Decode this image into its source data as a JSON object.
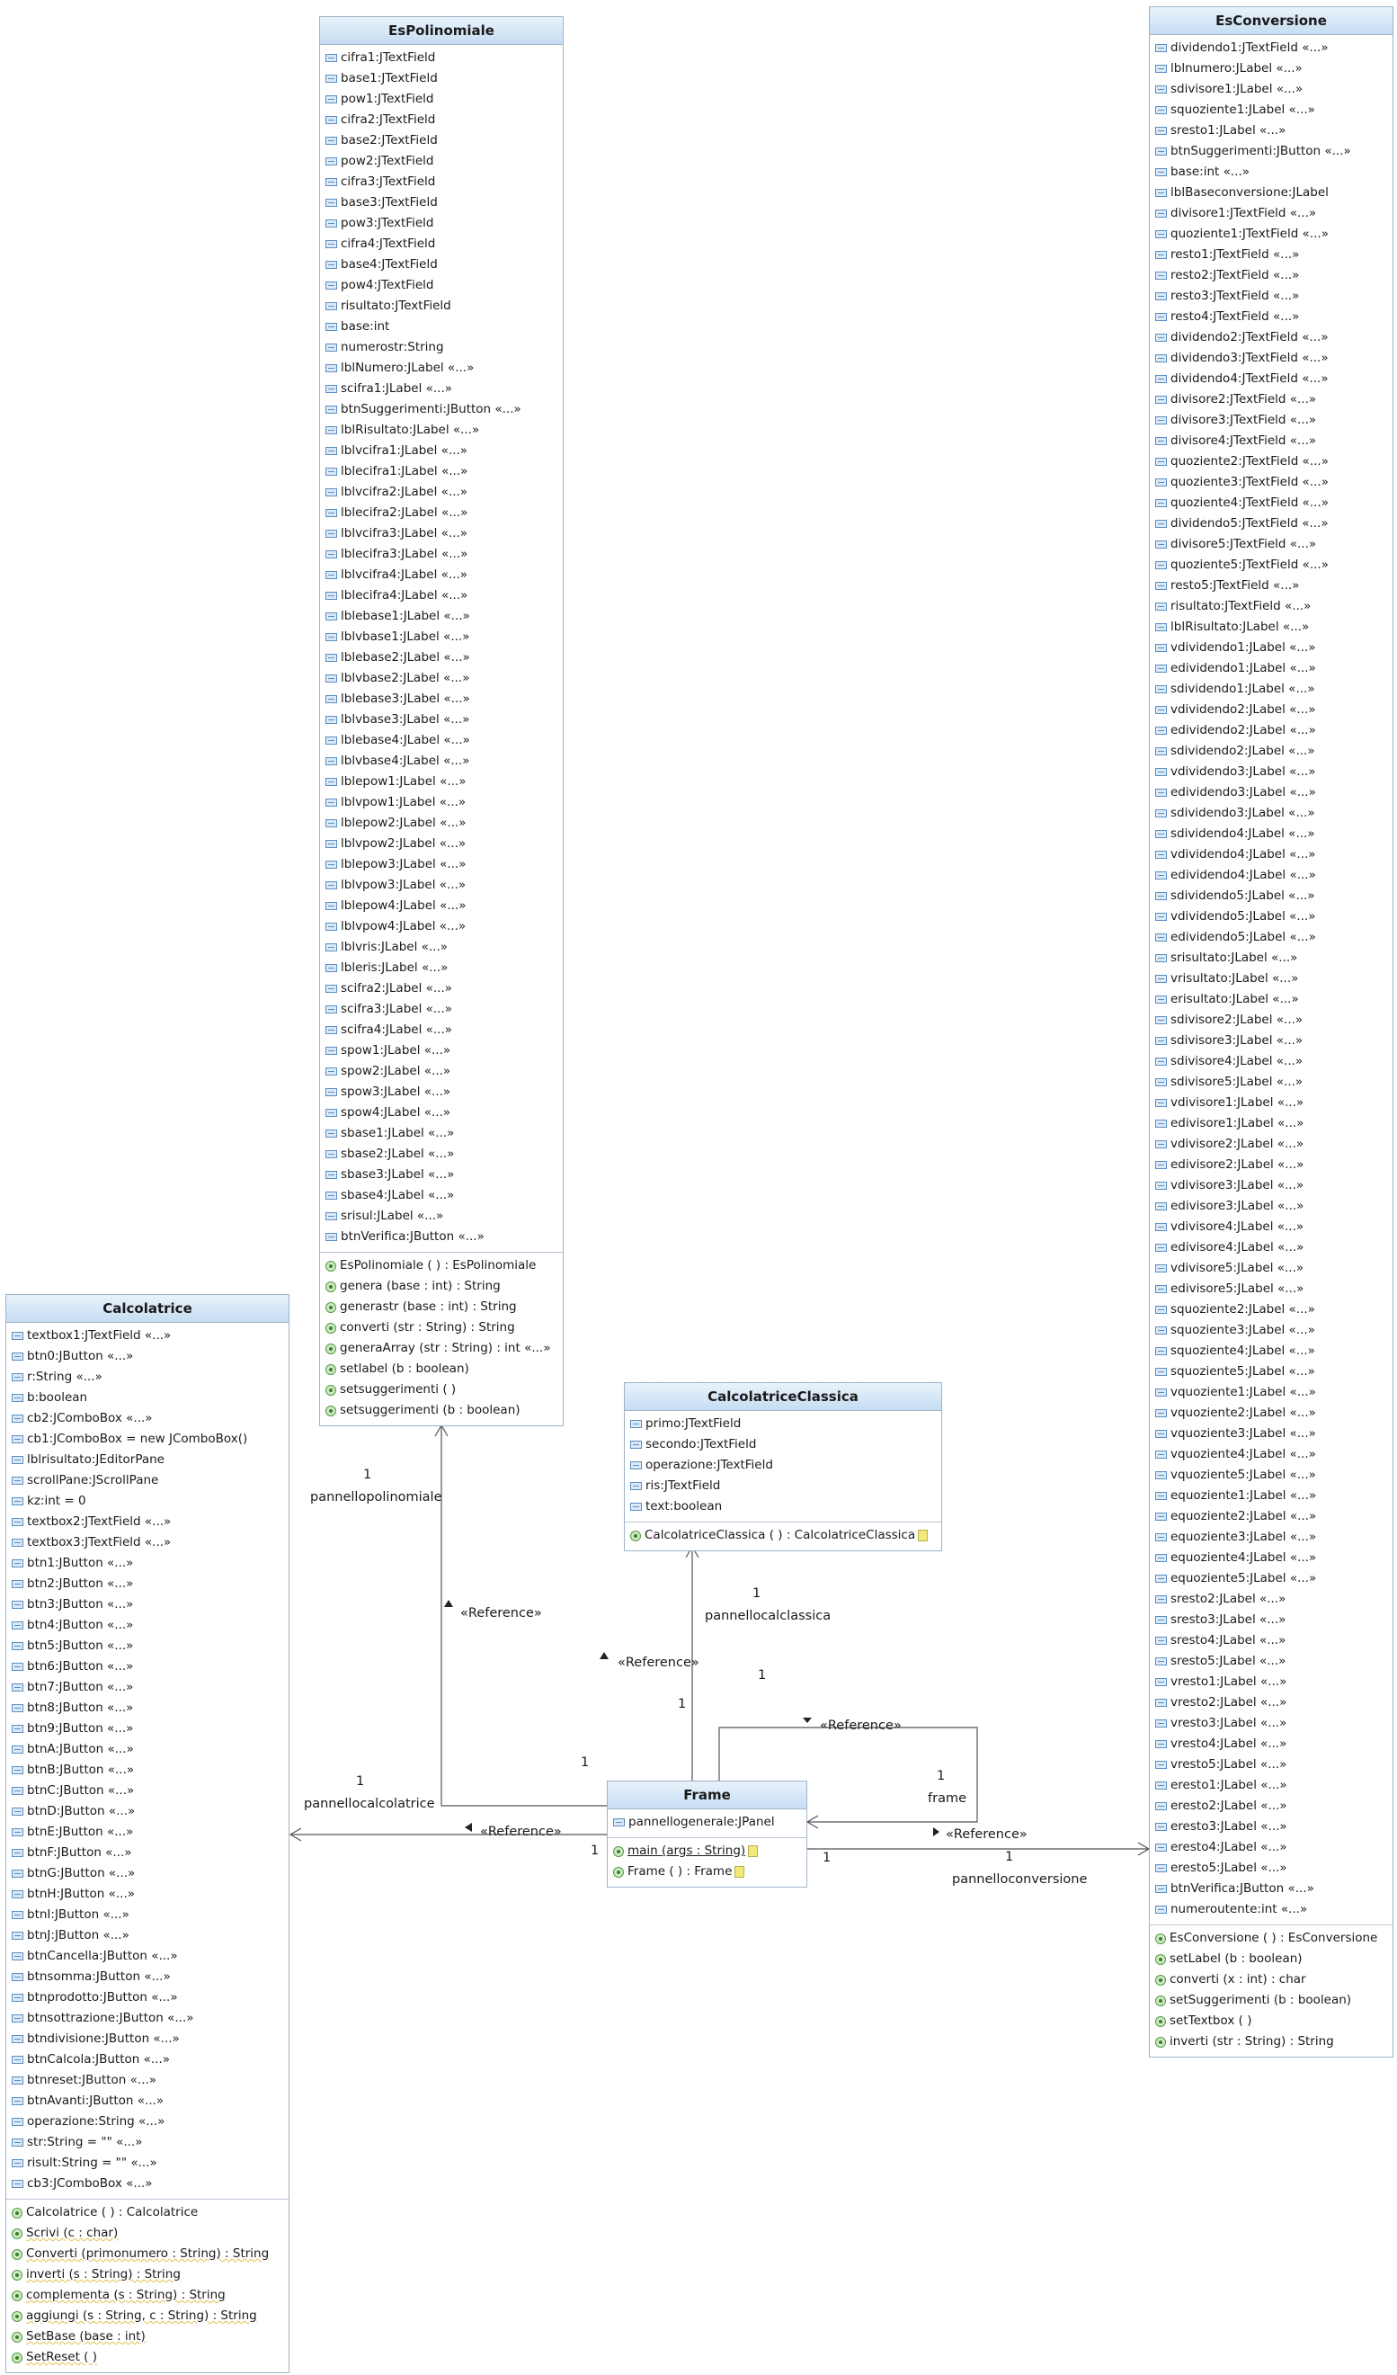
{
  "classes": {
    "espolinomiale": {
      "name": "EsPolinomiale",
      "fields": [
        "cifra1:JTextField",
        "base1:JTextField",
        "pow1:JTextField",
        "cifra2:JTextField",
        "base2:JTextField",
        "pow2:JTextField",
        "cifra3:JTextField",
        "base3:JTextField",
        "pow3:JTextField",
        "cifra4:JTextField",
        "base4:JTextField",
        "pow4:JTextField",
        "risultato:JTextField",
        "base:int",
        "numerostr:String",
        "lblNumero:JLabel «...»",
        "scifra1:JLabel «...»",
        "btnSuggerimenti:JButton «...»",
        "lblRisultato:JLabel «...»",
        "lblvcifra1:JLabel «...»",
        "lblecifra1:JLabel «...»",
        "lblvcifra2:JLabel «...»",
        "lblecifra2:JLabel «...»",
        "lblvcifra3:JLabel «...»",
        "lblecifra3:JLabel «...»",
        "lblvcifra4:JLabel «...»",
        "lblecifra4:JLabel «...»",
        "lblebase1:JLabel «...»",
        "lblvbase1:JLabel «...»",
        "lblebase2:JLabel «...»",
        "lblvbase2:JLabel «...»",
        "lblebase3:JLabel «...»",
        "lblvbase3:JLabel «...»",
        "lblebase4:JLabel «...»",
        "lblvbase4:JLabel «...»",
        "lblepow1:JLabel «...»",
        "lblvpow1:JLabel «...»",
        "lblepow2:JLabel «...»",
        "lblvpow2:JLabel «...»",
        "lblepow3:JLabel «...»",
        "lblvpow3:JLabel «...»",
        "lblepow4:JLabel «...»",
        "lblvpow4:JLabel «...»",
        "lblvris:JLabel «...»",
        "lbleris:JLabel «...»",
        "scifra2:JLabel «...»",
        "scifra3:JLabel «...»",
        "scifra4:JLabel «...»",
        "spow1:JLabel «...»",
        "spow2:JLabel «...»",
        "spow3:JLabel «...»",
        "spow4:JLabel «...»",
        "sbase1:JLabel «...»",
        "sbase2:JLabel «...»",
        "sbase3:JLabel «...»",
        "sbase4:JLabel «...»",
        "srisul:JLabel «...»",
        "btnVerifica:JButton «...»"
      ],
      "methods": [
        "EsPolinomiale ( ) : EsPolinomiale",
        "genera (base : int) : String",
        "generastr (base : int) : String",
        "converti (str : String) : String",
        "generaArray (str : String) : int «...»",
        "setlabel (b : boolean)",
        "setsuggerimenti ( )",
        "setsuggerimenti (b : boolean)"
      ]
    },
    "esconversione": {
      "name": "EsConversione",
      "fields": [
        "dividendo1:JTextField «...»",
        "lblnumero:JLabel «...»",
        "sdivisore1:JLabel «...»",
        "squoziente1:JLabel «...»",
        "sresto1:JLabel «...»",
        "btnSuggerimenti:JButton «...»",
        "base:int «...»",
        "lblBaseconversione:JLabel",
        "divisore1:JTextField «...»",
        "quoziente1:JTextField «...»",
        "resto1:JTextField «...»",
        "resto2:JTextField «...»",
        "resto3:JTextField «...»",
        "resto4:JTextField «...»",
        "dividendo2:JTextField «...»",
        "dividendo3:JTextField «...»",
        "dividendo4:JTextField «...»",
        "divisore2:JTextField «...»",
        "divisore3:JTextField «...»",
        "divisore4:JTextField «...»",
        "quoziente2:JTextField «...»",
        "quoziente3:JTextField «...»",
        "quoziente4:JTextField «...»",
        "dividendo5:JTextField «...»",
        "divisore5:JTextField «...»",
        "quoziente5:JTextField «...»",
        "resto5:JTextField «...»",
        "risultato:JTextField «...»",
        "lblRisultato:JLabel «...»",
        "vdividendo1:JLabel «...»",
        "edividendo1:JLabel «...»",
        "sdividendo1:JLabel «...»",
        "vdividendo2:JLabel «...»",
        "edividendo2:JLabel «...»",
        "sdividendo2:JLabel «...»",
        "vdividendo3:JLabel «...»",
        "edividendo3:JLabel «...»",
        "sdividendo3:JLabel «...»",
        "sdividendo4:JLabel «...»",
        "vdividendo4:JLabel «...»",
        "edividendo4:JLabel «...»",
        "sdividendo5:JLabel «...»",
        "vdividendo5:JLabel «...»",
        "edividendo5:JLabel «...»",
        "srisultato:JLabel «...»",
        "vrisultato:JLabel «...»",
        "erisultato:JLabel «...»",
        "sdivisore2:JLabel «...»",
        "sdivisore3:JLabel «...»",
        "sdivisore4:JLabel «...»",
        "sdivisore5:JLabel «...»",
        "vdivisore1:JLabel «...»",
        "edivisore1:JLabel «...»",
        "vdivisore2:JLabel «...»",
        "edivisore2:JLabel «...»",
        "vdivisore3:JLabel «...»",
        "edivisore3:JLabel «...»",
        "vdivisore4:JLabel «...»",
        "edivisore4:JLabel «...»",
        "vdivisore5:JLabel «...»",
        "edivisore5:JLabel «...»",
        "squoziente2:JLabel «...»",
        "squoziente3:JLabel «...»",
        "squoziente4:JLabel «...»",
        "squoziente5:JLabel «...»",
        "vquoziente1:JLabel «...»",
        "vquoziente2:JLabel «...»",
        "vquoziente3:JLabel «...»",
        "vquoziente4:JLabel «...»",
        "vquoziente5:JLabel «...»",
        "equoziente1:JLabel «...»",
        "equoziente2:JLabel «...»",
        "equoziente3:JLabel «...»",
        "equoziente4:JLabel «...»",
        "equoziente5:JLabel «...»",
        "sresto2:JLabel «...»",
        "sresto3:JLabel «...»",
        "sresto4:JLabel «...»",
        "sresto5:JLabel «...»",
        "vresto1:JLabel «...»",
        "vresto2:JLabel «...»",
        "vresto3:JLabel «...»",
        "vresto4:JLabel «...»",
        "vresto5:JLabel «...»",
        "eresto1:JLabel «...»",
        "eresto2:JLabel «...»",
        "eresto3:JLabel «...»",
        "eresto4:JLabel «...»",
        "eresto5:JLabel «...»",
        "btnVerifica:JButton «...»",
        "numeroutente:int «...»"
      ],
      "methods": [
        "EsConversione ( ) : EsConversione",
        "setLabel (b : boolean)",
        "converti (x : int) : char",
        "setSuggerimenti (b : boolean)",
        "setTextbox ( )",
        "inverti (str : String) : String"
      ]
    },
    "calcolatrice": {
      "name": "Calcolatrice",
      "fields": [
        "textbox1:JTextField «...»",
        "btn0:JButton «...»",
        "r:String «...»",
        "b:boolean",
        "cb2:JComboBox «...»",
        "cb1:JComboBox = new JComboBox()",
        "lblrisultato:JEditorPane",
        "scrollPane:JScrollPane",
        "kz:int = 0",
        "textbox2:JTextField «...»",
        "textbox3:JTextField «...»",
        "btn1:JButton «...»",
        "btn2:JButton «...»",
        "btn3:JButton «...»",
        "btn4:JButton «...»",
        "btn5:JButton «...»",
        "btn6:JButton «...»",
        "btn7:JButton «...»",
        "btn8:JButton «...»",
        "btn9:JButton «...»",
        "btnA:JButton «...»",
        "btnB:JButton «...»",
        "btnC:JButton «...»",
        "btnD:JButton «...»",
        "btnE:JButton «...»",
        "btnF:JButton «...»",
        "btnG:JButton «...»",
        "btnH:JButton «...»",
        "btnI:JButton «...»",
        "btnJ:JButton «...»",
        "btnCancella:JButton «...»",
        "btnsomma:JButton «...»",
        "btnprodotto:JButton «...»",
        "btnsottrazione:JButton «...»",
        "btndivisione:JButton «...»",
        "btnCalcola:JButton «...»",
        "btnreset:JButton «...»",
        "btnAvanti:JButton «...»",
        "operazione:String «...»",
        "str:String = \"\" «...»",
        "risult:String = \"\" «...»",
        "cb3:JComboBox «...»"
      ],
      "methods": [
        "Calcolatrice ( ) : Calcolatrice",
        "Scrivi (c : char)",
        "Converti (primonumero : String) : String",
        "inverti (s : String) : String",
        "complementa (s : String) : String",
        "aggiungi (s : String, c : String) : String",
        "SetBase (base : int)",
        "SetReset ( )"
      ]
    },
    "calcolatriceclassica": {
      "name": "CalcolatriceClassica",
      "fields": [
        "primo:JTextField",
        "secondo:JTextField",
        "operazione:JTextField",
        "ris:JTextField",
        "text:boolean"
      ],
      "methods": [
        "CalcolatriceClassica ( ) : CalcolatriceClassica"
      ]
    },
    "frame": {
      "name": "Frame",
      "fields": [
        "pannellogenerale:JPanel"
      ],
      "methods": [
        "main (args : String)",
        "Frame ( ) : Frame"
      ]
    }
  },
  "edges": {
    "polinomiale": {
      "mult": "1",
      "role": "pannellopolinomiale",
      "stereo": "«Reference»",
      "src_mult": "1"
    },
    "classica": {
      "mult": "1",
      "role": "pannellocalclassica",
      "stereo": "«Reference»",
      "src_mult": "1"
    },
    "frame_self": {
      "mult": "1",
      "role": "frame",
      "stereo": "«Reference»",
      "src_mult": "1"
    },
    "calcolatrice": {
      "mult": "1",
      "role": "pannellocalcolatrice",
      "stereo": "«Reference»",
      "src_mult": "1"
    },
    "conversione": {
      "mult": "1",
      "role": "pannelloconversione",
      "stereo": "«Reference»",
      "src_mult": "1"
    }
  }
}
